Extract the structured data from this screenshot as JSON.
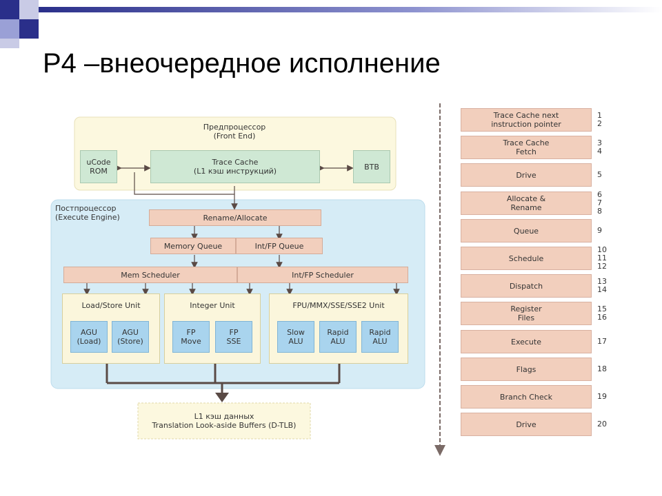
{
  "slide": {
    "title": "P4 –внеочередное исполнение"
  },
  "diagram": {
    "front_end": {
      "label": "Предпроцессор\n(Front End)",
      "ucode_rom": "uCode\nROM",
      "trace_cache": "Trace Cache\n(L1 кэш инструкций)",
      "btb": "BTB"
    },
    "execute_engine": {
      "label": "Постпроцессор\n(Execute Engine)",
      "rename_allocate": "Rename/Allocate",
      "memory_queue": "Memory Queue",
      "int_fp_queue": "Int/FP Queue",
      "mem_scheduler": "Mem Scheduler",
      "int_fp_scheduler": "Int/FP Scheduler",
      "load_store_unit": {
        "label": "Load/Store Unit",
        "agu_load": "AGU\n(Load)",
        "agu_store": "AGU\n(Store)"
      },
      "integer_unit": {
        "label": "Integer Unit",
        "fp_move": "FP\nMove",
        "fp_sse": "FP\nSSE"
      },
      "fpu_unit": {
        "label": "FPU/MMX/SSE/SSE2 Unit",
        "slow_alu": "Slow\nALU",
        "rapid_alu_1": "Rapid\nALU",
        "rapid_alu_2": "Rapid\nALU"
      }
    },
    "l1_data": "L1 кэш данных\nTranslation Look-aside Buffers (D-TLB)"
  },
  "pipeline": {
    "stages": [
      {
        "label": "Trace Cache next\ninstruction pointer",
        "nums": "1\n2"
      },
      {
        "label": "Trace Cache\nFetch",
        "nums": "3\n4"
      },
      {
        "label": "Drive",
        "nums": "5"
      },
      {
        "label": "Allocate &\nRename",
        "nums": "6\n7\n8"
      },
      {
        "label": "Queue",
        "nums": "9"
      },
      {
        "label": "Schedule",
        "nums": "10\n11\n12"
      },
      {
        "label": "Dispatch",
        "nums": "13\n14"
      },
      {
        "label": "Register\nFiles",
        "nums": "15\n16"
      },
      {
        "label": "Execute",
        "nums": "17"
      },
      {
        "label": "Flags",
        "nums": "18"
      },
      {
        "label": "Branch Check",
        "nums": "19"
      },
      {
        "label": "Drive",
        "nums": "20"
      }
    ]
  },
  "colors": {
    "front_end_bg": "#fcf8df",
    "execute_bg": "#d6ecf6",
    "salmon": "#f2cfbd",
    "green": "#cfe8d4",
    "unit_bg": "#fbf6dc",
    "alu_blue": "#a9d4ee",
    "arrow": "#5a4a45"
  }
}
